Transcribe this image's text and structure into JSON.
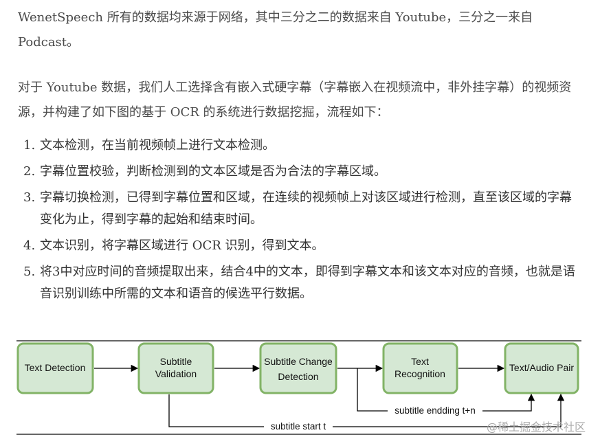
{
  "paragraphs": [
    "WenetSpeech 所有的数据均来源于网络，其中三分之二的数据来自 Youtube，三分之一来自 Podcast。",
    "对于 Youtube 数据，我们人工选择含有嵌入式硬字幕（字幕嵌入在视频流中，非外挂字幕）的视频资源，并构建了如下图的基于 OCR 的系统进行数据挖掘，流程如下："
  ],
  "steps": [
    {
      "num": "1.",
      "text": "文本检测，在当前视频帧上进行文本检测。"
    },
    {
      "num": "2.",
      "text": "字幕位置校验，判断检测到的文本区域是否为合法的字幕区域。"
    },
    {
      "num": "3.",
      "text": "字幕切换检测，已得到字幕位置和区域，在连续的视频帧上对该区域进行检测，直至该区域的字幕变化为止，得到字幕的起始和结束时间。"
    },
    {
      "num": "4.",
      "text": "文本识别，将字幕区域进行 OCR 识别，得到文本。"
    },
    {
      "num": "5.",
      "text": "将3中对应时间的音频提取出来，结合4中的文本，即得到字幕文本和该文本对应的音频，也就是语音识别训练中所需的文本和语音的候选平行数据。"
    }
  ],
  "diagram": {
    "boxes": [
      {
        "lines": [
          "Text Detection"
        ]
      },
      {
        "lines": [
          "Subtitle",
          "Validation"
        ]
      },
      {
        "lines": [
          "Subtitle Change",
          "Detection"
        ]
      },
      {
        "lines": [
          "Text",
          "Recognition"
        ]
      },
      {
        "lines": [
          "Text/Audio Pair"
        ]
      }
    ],
    "labels": {
      "end": "subtitle endding t+n",
      "start": "subtitle start t"
    },
    "colors": {
      "box_fill": "#d5e8d4",
      "box_stroke": "#82b366"
    }
  },
  "watermark": "@稀土掘金技术社区"
}
